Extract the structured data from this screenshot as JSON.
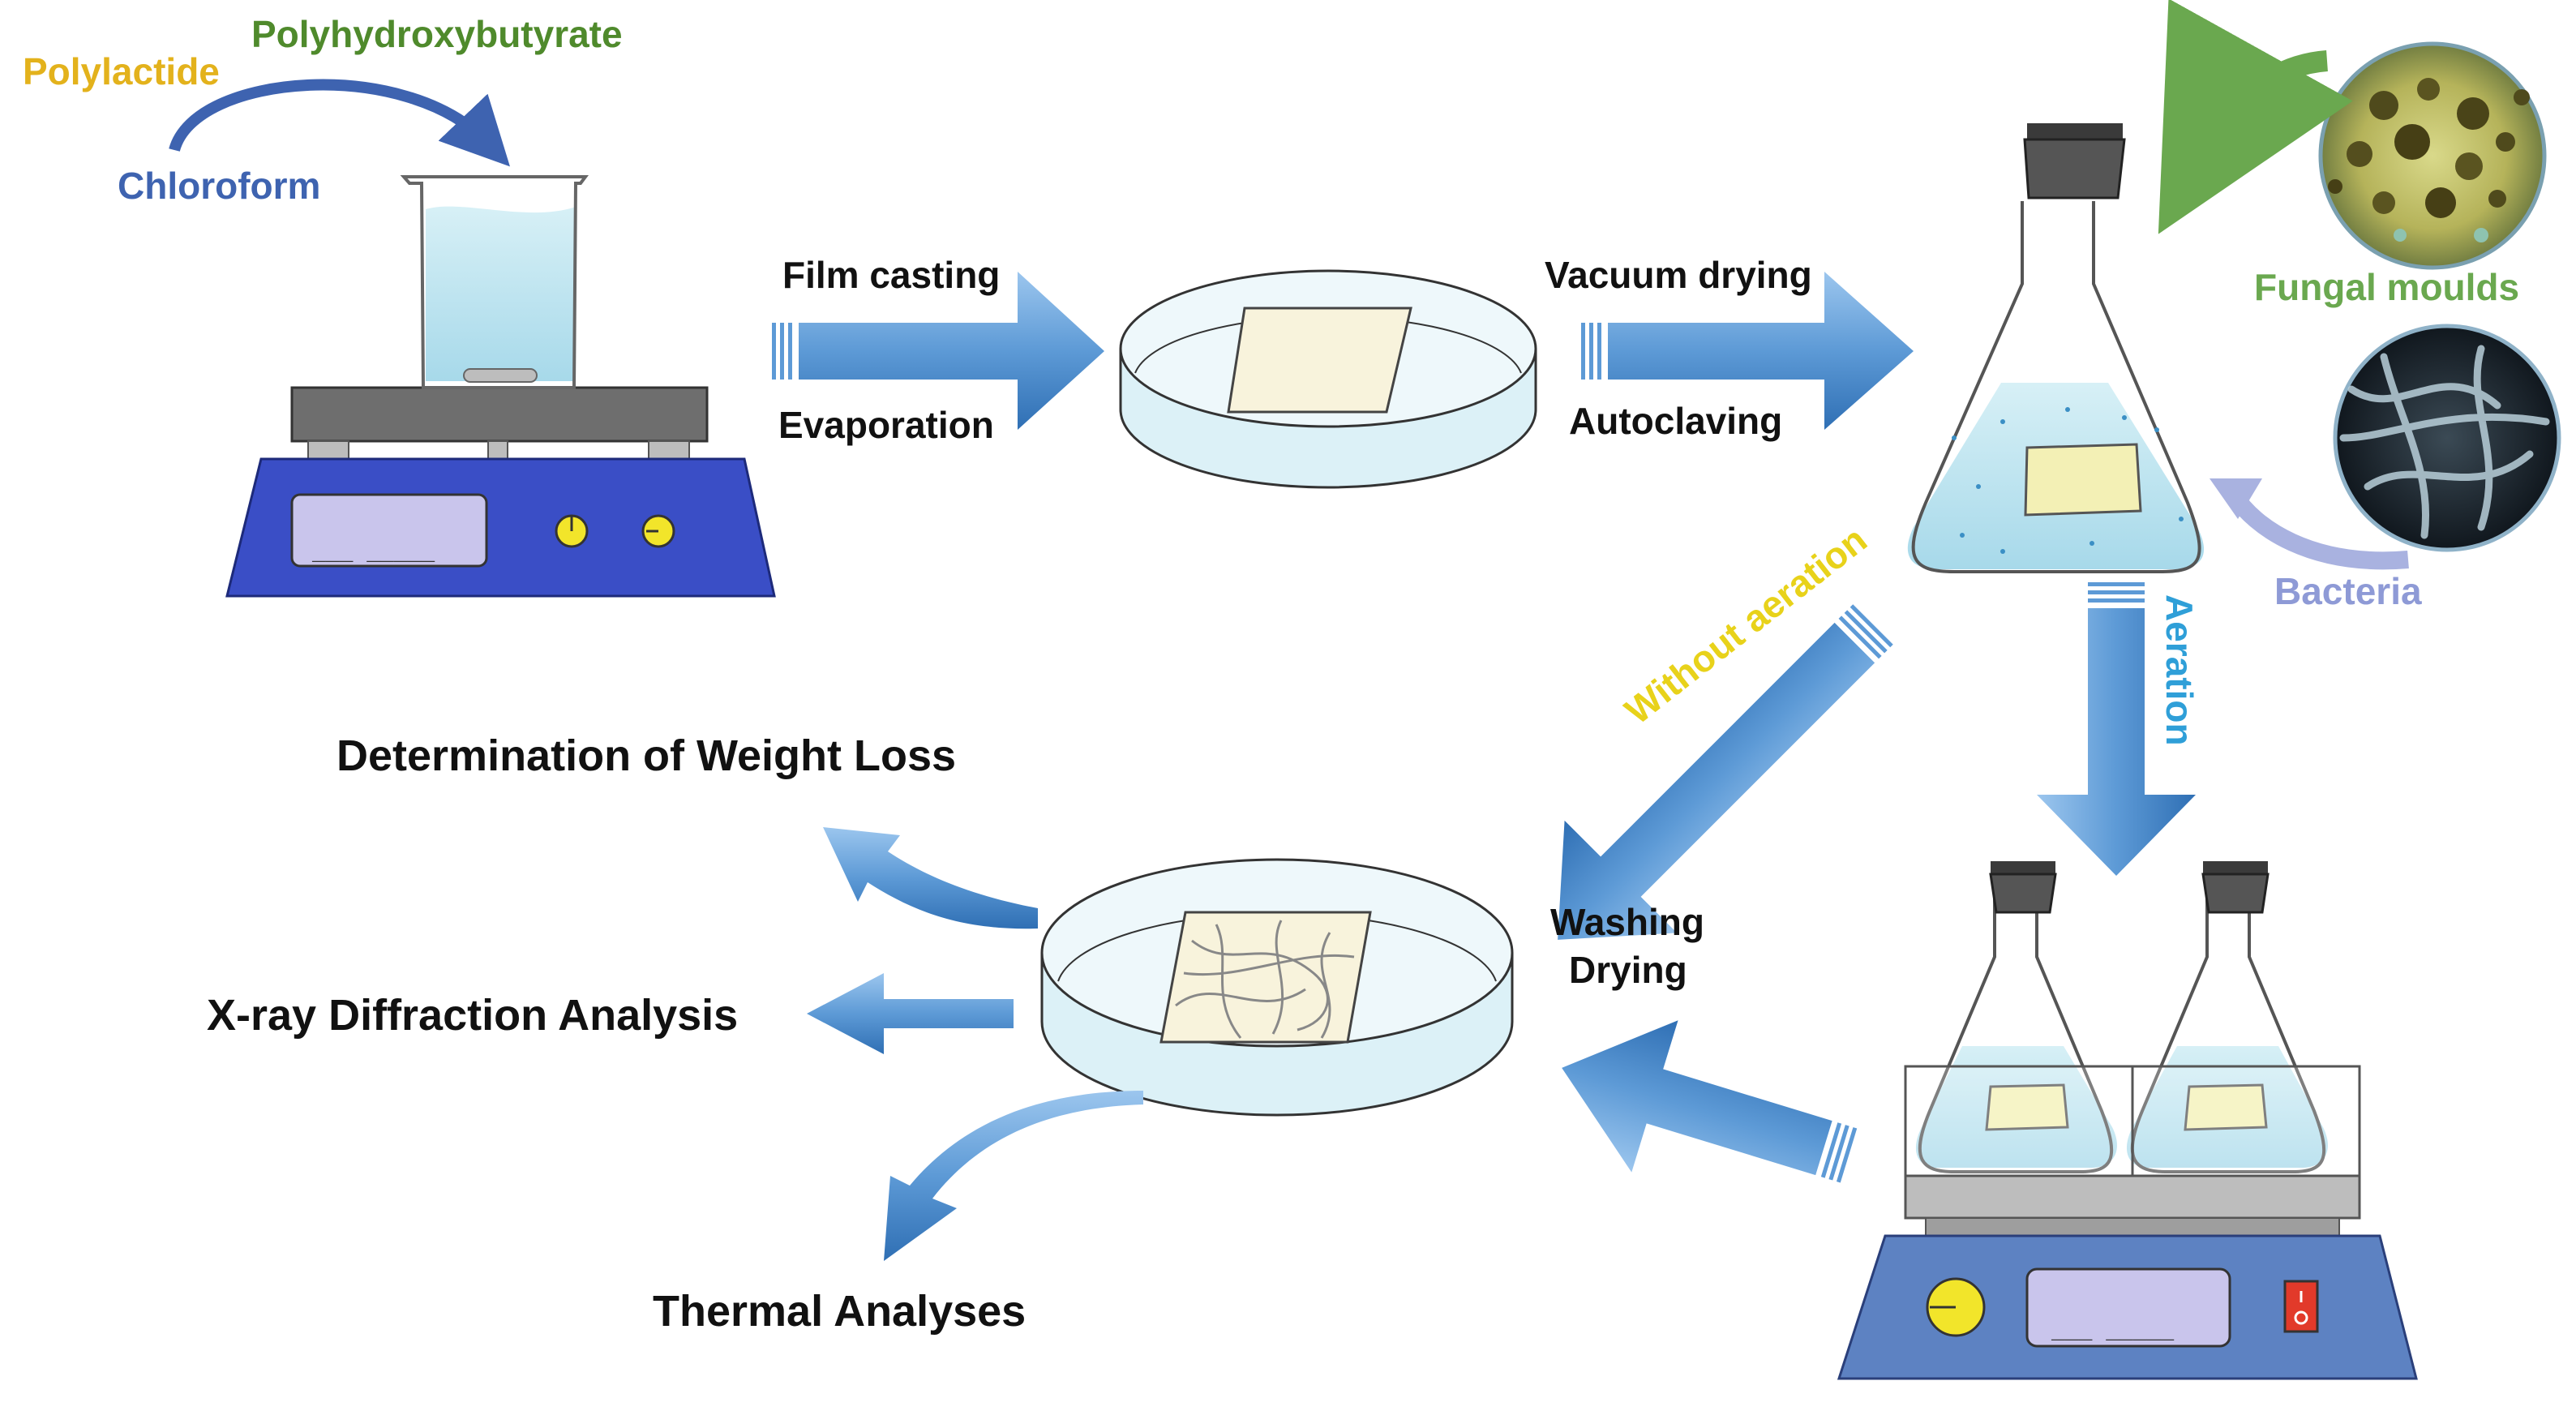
{
  "labels": {
    "polylactide": "Polylactide",
    "polyhydroxybutyrate": "Polyhydroxybutyrate",
    "chloroform": "Chloroform",
    "film_casting": "Film casting",
    "evaporation": "Evaporation",
    "vacuum_drying": "Vacuum drying",
    "autoclaving": "Autoclaving",
    "fungal_moulds": "Fungal moulds",
    "bacteria": "Bacteria",
    "without_aeration": "Without aeration",
    "aeration": "Aeration",
    "washing": "Washing",
    "drying": "Drying",
    "weight_loss": "Determination of Weight Loss",
    "xrd": "X-ray Diffraction Analysis",
    "thermal": "Thermal Analyses",
    "stirrer_display_1": "___ _____",
    "stirrer_display_2": "___ _____"
  },
  "colors": {
    "polylactide": "#e3b21c",
    "polyhydroxybutyrate": "#4f8a2c",
    "chloroform": "#3e63b0",
    "fungal": "#6aa84f",
    "bacteria": "#8e9ad6",
    "without_aeration": "#e8d21a",
    "aeration": "#2f9fd8",
    "arrow": "#4f8fcf",
    "stirrer_base": "#3a4ec6",
    "stirrer_base_2": "#5d82c2",
    "liquid": "#bfe4ef"
  },
  "icons": [
    "magnetic-stirrer",
    "beaker",
    "petri-dish",
    "erlenmeyer-flask",
    "fungal-colony-image",
    "bacteria-image",
    "shaker-incubator"
  ]
}
